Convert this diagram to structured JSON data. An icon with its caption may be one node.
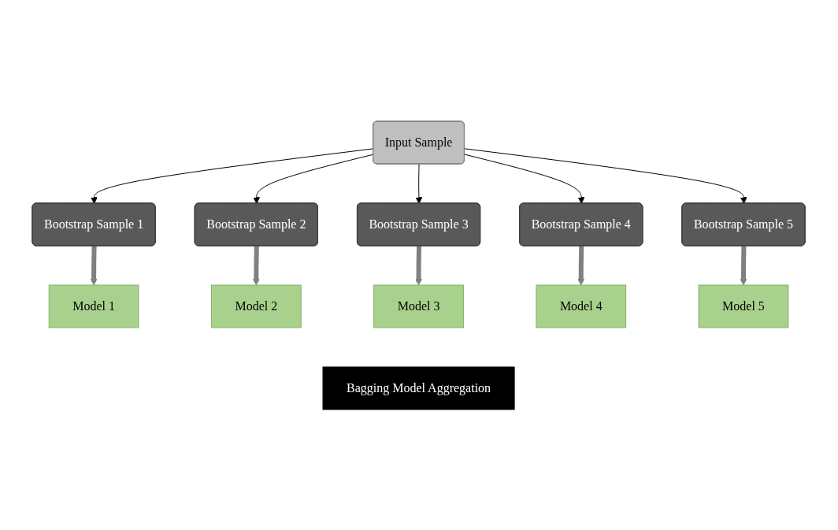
{
  "diagram": {
    "nodes": [
      {
        "text": [
          "Input Sample"
        ]
      },
      {
        "text": [
          "Bootstrap Sample 1"
        ]
      },
      {
        "text": [
          "Bootstrap Sample 2"
        ]
      },
      {
        "text": [
          "Bootstrap Sample 3"
        ]
      },
      {
        "text": [
          "Bootstrap Sample 4"
        ]
      },
      {
        "text": [
          "Bootstrap Sample 5"
        ]
      },
      {
        "text": [
          "Model 1"
        ]
      },
      {
        "text": [
          "Model 2"
        ]
      },
      {
        "text": [
          "Model 3"
        ]
      },
      {
        "text": [
          "Model 4"
        ]
      },
      {
        "text": [
          "Model 5"
        ]
      },
      {
        "text": [
          "Bagging Model Aggregation"
        ]
      }
    ],
    "edges": [
      {
        "from": 0,
        "to": 1,
        "arrow": "to"
      },
      {
        "from": 0,
        "to": 2,
        "arrow": "to"
      },
      {
        "from": 0,
        "to": 3,
        "arrow": "to"
      },
      {
        "from": 0,
        "to": 4,
        "arrow": "to"
      },
      {
        "from": 0,
        "to": 5,
        "arrow": "to"
      },
      {
        "from": 1,
        "to": 6,
        "arrow": "to",
        "style": "thick",
        "color": "#808080"
      },
      {
        "from": 2,
        "to": 7,
        "arrow": "to",
        "style": "thick",
        "color": "#808080"
      },
      {
        "from": 3,
        "to": 8,
        "arrow": "to",
        "style": "thick",
        "color": "#808080"
      },
      {
        "from": 4,
        "to": 9,
        "arrow": "to",
        "style": "thick",
        "color": "#808080"
      },
      {
        "from": 5,
        "to": 10,
        "arrow": "to",
        "style": "thick",
        "color": "#808080"
      }
    ]
  }
}
